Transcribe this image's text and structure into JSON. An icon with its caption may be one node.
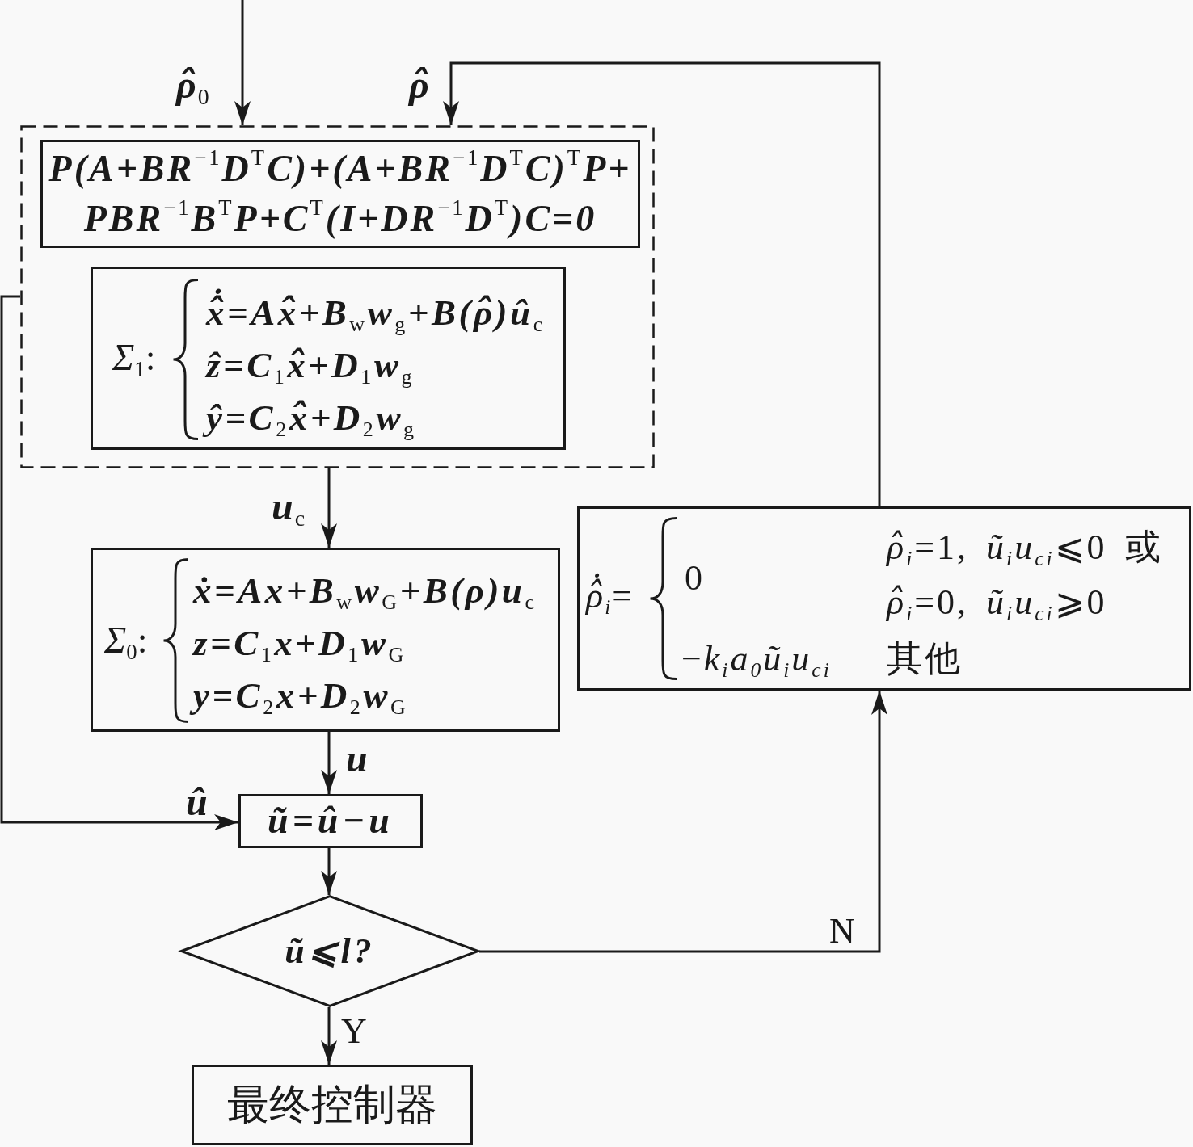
{
  "diagram": {
    "nodes": [
      {
        "text": [],
        "shape": "box"
      },
      {
        "text": [
          "P(A+BR$^{−1}$D$^{T}$C)+(A+BR$^{−1}$D$^{T}$C)$^{T}$P+ PBR$^{−1}$B$^{T}$P+C$^{T}$(I+DR$^{−1}$D$^{T}$)C=0"
        ],
        "in": 0
      },
      {
        "text": [
          "*Σ*$_{1}$:",
          "x̂̇=Ax̂+B$_{w}$w$_{g}$+B(ρ̂)û$_{c}$",
          "ẑ=C$_{1}$x̂+D$_{1}$w$_{g}$",
          "ŷ=C$_{2}$x̂+D$_{2}$w$_{g}$"
        ],
        "in": 0
      },
      {
        "text": [
          "*Σ*$_{0}$:",
          "ẋ=Ax+B$_{w}$w$_{G}$+B(ρ)u$_{c}$",
          "z=C$_{1}$x+D$_{1}$w$_{G}$",
          "y=C$_{2}$x+D$_{2}$w$_{G}$"
        ]
      },
      {
        "text": [
          "ũ=û−u"
        ]
      },
      {
        "text": [
          "ũ⩽l?"
        ]
      },
      {
        "text": [
          "最终控制器"
        ]
      },
      {
        "text": [
          "*ρ̂̇*$_{i}$=",
          "0",
          "*ρ̂*$_{i}$=1, *ũ*$_{i}$*u*$_{ci}$⩽0 或 *ρ̂*$_{i}$=0, *ũ*$_{i}$*u*$_{ci}$⩾0",
          "−*k*$_{i}$*a*$_{0}$*ũ*$_{i}$*u*$_{ci}$",
          "其他"
        ]
      }
    ],
    "edges": [
      {
        "from": null,
        "to": 0,
        "arrow": "to",
        "label": "ρ̂$_{0}$"
      },
      {
        "from": 7,
        "to": 0,
        "arrow": "to",
        "label": "ρ̂"
      },
      {
        "from": 0,
        "to": 3,
        "arrow": "to",
        "label": "u$_{c}$"
      },
      {
        "from": 3,
        "to": 4,
        "arrow": "to",
        "label": "u"
      },
      {
        "from": 0,
        "to": 4,
        "arrow": "to",
        "label": "û"
      },
      {
        "from": 4,
        "to": 5,
        "arrow": "to"
      },
      {
        "from": 5,
        "to": 6,
        "arrow": "to",
        "label": "Y"
      },
      {
        "from": 5,
        "to": 7,
        "arrow": "to",
        "label": "N"
      }
    ]
  }
}
